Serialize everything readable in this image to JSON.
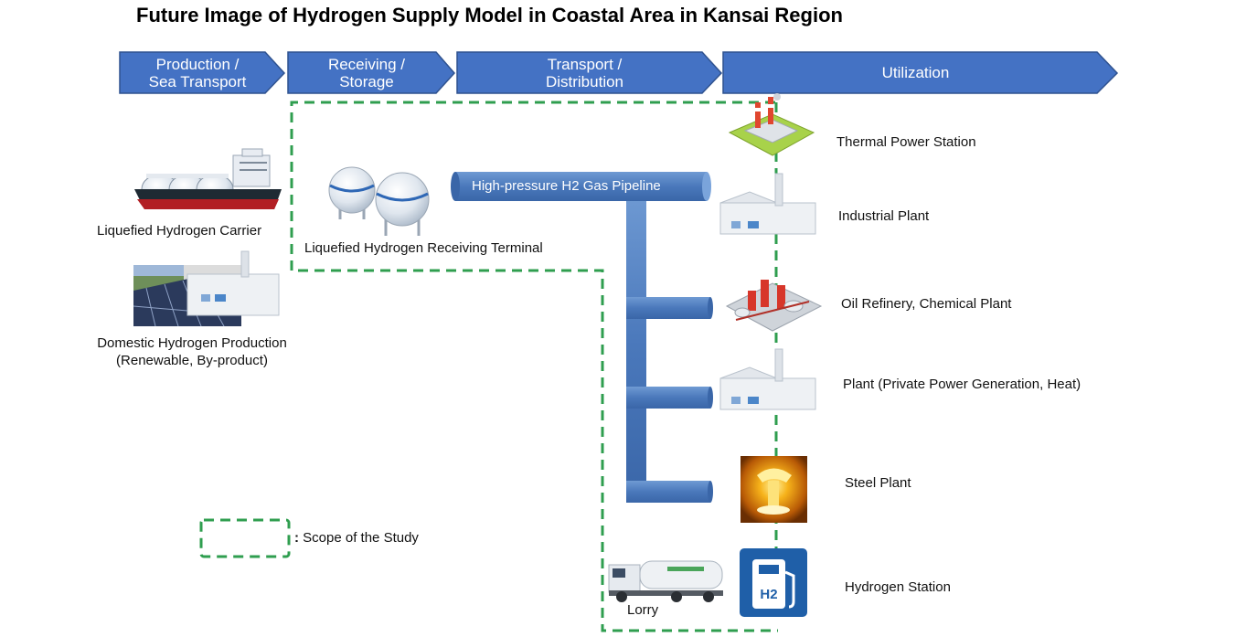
{
  "title": "Future Image of Hydrogen Supply Model in Coastal Area in Kansai Region",
  "stages": [
    {
      "line1": "Production /",
      "line2": "Sea Transport"
    },
    {
      "line1": "Receiving /",
      "line2": "Storage"
    },
    {
      "line1": "Transport /",
      "line2": "Distribution"
    },
    {
      "line1": "Utilization",
      "line2": ""
    }
  ],
  "sources": {
    "carrier": "Liquefied Hydrogen Carrier",
    "domestic_line1": "Domestic Hydrogen Production",
    "domestic_line2": "(Renewable, By-product)",
    "terminal": "Liquefied Hydrogen Receiving Terminal"
  },
  "pipeline": "High-pressure H2 Gas Pipeline",
  "lorry": "Lorry",
  "users": [
    "Thermal Power Station",
    "Industrial Plant",
    "Oil Refinery, Chemical Plant",
    "Plant (Private Power Generation, Heat)",
    "Steel Plant",
    "Hydrogen Station"
  ],
  "h2_station_badge": "H2",
  "legend": {
    "marker": ":",
    "text": "Scope of the Study"
  },
  "colors": {
    "chevron": "#4472c4",
    "pipe": "#4f7fc0",
    "dashed": "#2f9e4f"
  }
}
